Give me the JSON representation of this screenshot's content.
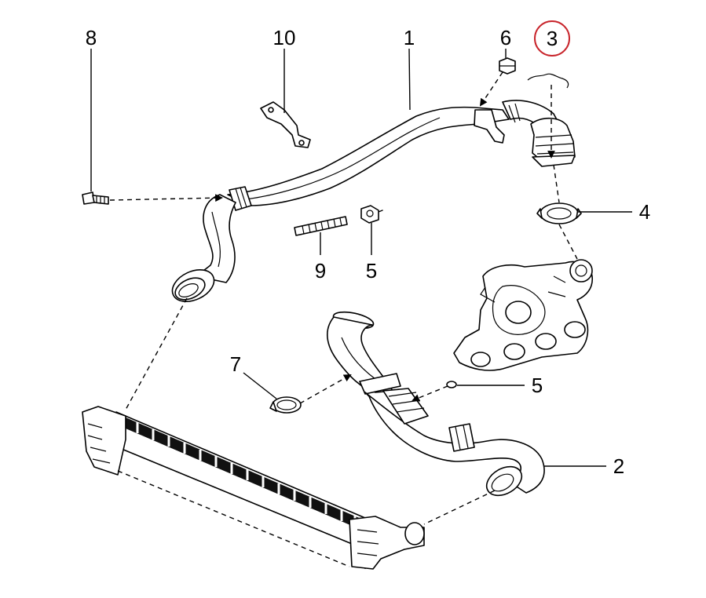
{
  "diagram": {
    "callouts": {
      "c1": "1",
      "c2": "2",
      "c3": "3",
      "c4": "4",
      "c5a": "5",
      "c5b": "5",
      "c6": "6",
      "c7": "7",
      "c8": "8",
      "c9": "9",
      "c10": "10"
    },
    "highlighted_callout": "3",
    "highlight_color": "#c8242b",
    "line_color": "#000000"
  }
}
